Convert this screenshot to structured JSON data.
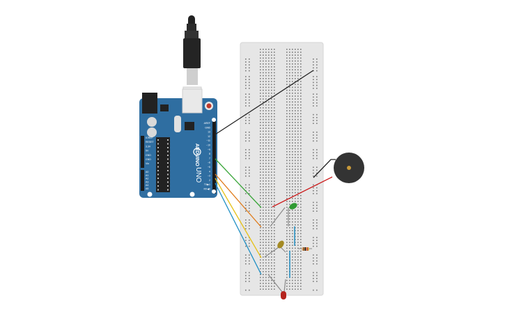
{
  "canvas": {
    "background": "#ffffff"
  },
  "arduino": {
    "model_label": "UNO",
    "brand_label": "ARDUINO",
    "board_color": "#2f6ea1",
    "power_header_labels": [
      "IOREF",
      "RESET",
      "3.3V",
      "5V",
      "GND",
      "GND",
      "Vin"
    ],
    "analog_header_labels": [
      "A0",
      "A1",
      "A2",
      "A3",
      "A4",
      "A5"
    ],
    "digital_header_labels": [
      "AREF",
      "GND",
      "13",
      "12",
      "~11",
      "~10",
      "~9",
      "8",
      "7",
      "~6",
      "~5",
      "4",
      "~3",
      "2",
      "TX▶1",
      "RX◀0"
    ]
  },
  "components": {
    "buzzer": {
      "name": "piezo-buzzer",
      "color": "#333333",
      "center_color": "#c89a3a"
    },
    "leds": [
      {
        "name": "green-led",
        "color": "#2f9a32"
      },
      {
        "name": "yellow-led",
        "color": "#a48a24"
      },
      {
        "name": "red-led",
        "color": "#b5241e"
      }
    ],
    "resistor": {
      "name": "resistor",
      "bands": [
        "#8b4513",
        "#000000",
        "#c0392b",
        "#d4a017"
      ]
    }
  },
  "wires": [
    {
      "name": "wire-gnd-black",
      "color": "#222222"
    },
    {
      "name": "wire-green",
      "color": "#3aa63a"
    },
    {
      "name": "wire-orange",
      "color": "#e07b1a"
    },
    {
      "name": "wire-yellow",
      "color": "#e6c21a"
    },
    {
      "name": "wire-blue",
      "color": "#1f8fc4"
    },
    {
      "name": "wire-red",
      "color": "#cc1f1f"
    },
    {
      "name": "wire-blue-breadboard",
      "color": "#1f8fc4"
    }
  ]
}
